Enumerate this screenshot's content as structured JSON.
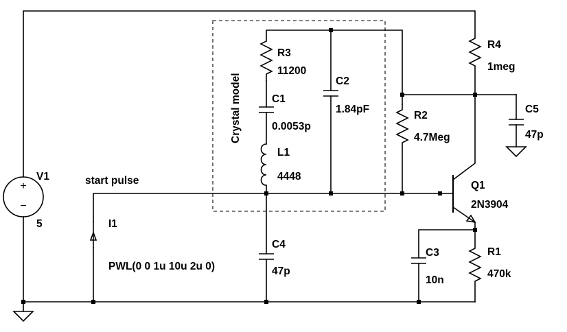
{
  "labels": {
    "crystal_model": "Crystal model",
    "start_pulse": "start pulse"
  },
  "components": {
    "v1": {
      "name": "V1",
      "value": "5"
    },
    "i1": {
      "name": "I1",
      "value": "PWL(0 0 1u 10u 2u 0)"
    },
    "r1": {
      "name": "R1",
      "value": "470k"
    },
    "r2": {
      "name": "R2",
      "value": "4.7Meg"
    },
    "r3": {
      "name": "R3",
      "value": "11200"
    },
    "r4": {
      "name": "R4",
      "value": "1meg"
    },
    "c1": {
      "name": "C1",
      "value": "0.0053p"
    },
    "c2": {
      "name": "C2",
      "value": "1.84pF"
    },
    "c3": {
      "name": "C3",
      "value": "10n"
    },
    "c4": {
      "name": "C4",
      "value": "47p"
    },
    "c5": {
      "name": "C5",
      "value": "47p"
    },
    "l1": {
      "name": "L1",
      "value": "4448"
    },
    "q1": {
      "name": "Q1",
      "value": "2N3904"
    }
  },
  "symbols": {
    "plus": "+",
    "minus": "−"
  }
}
